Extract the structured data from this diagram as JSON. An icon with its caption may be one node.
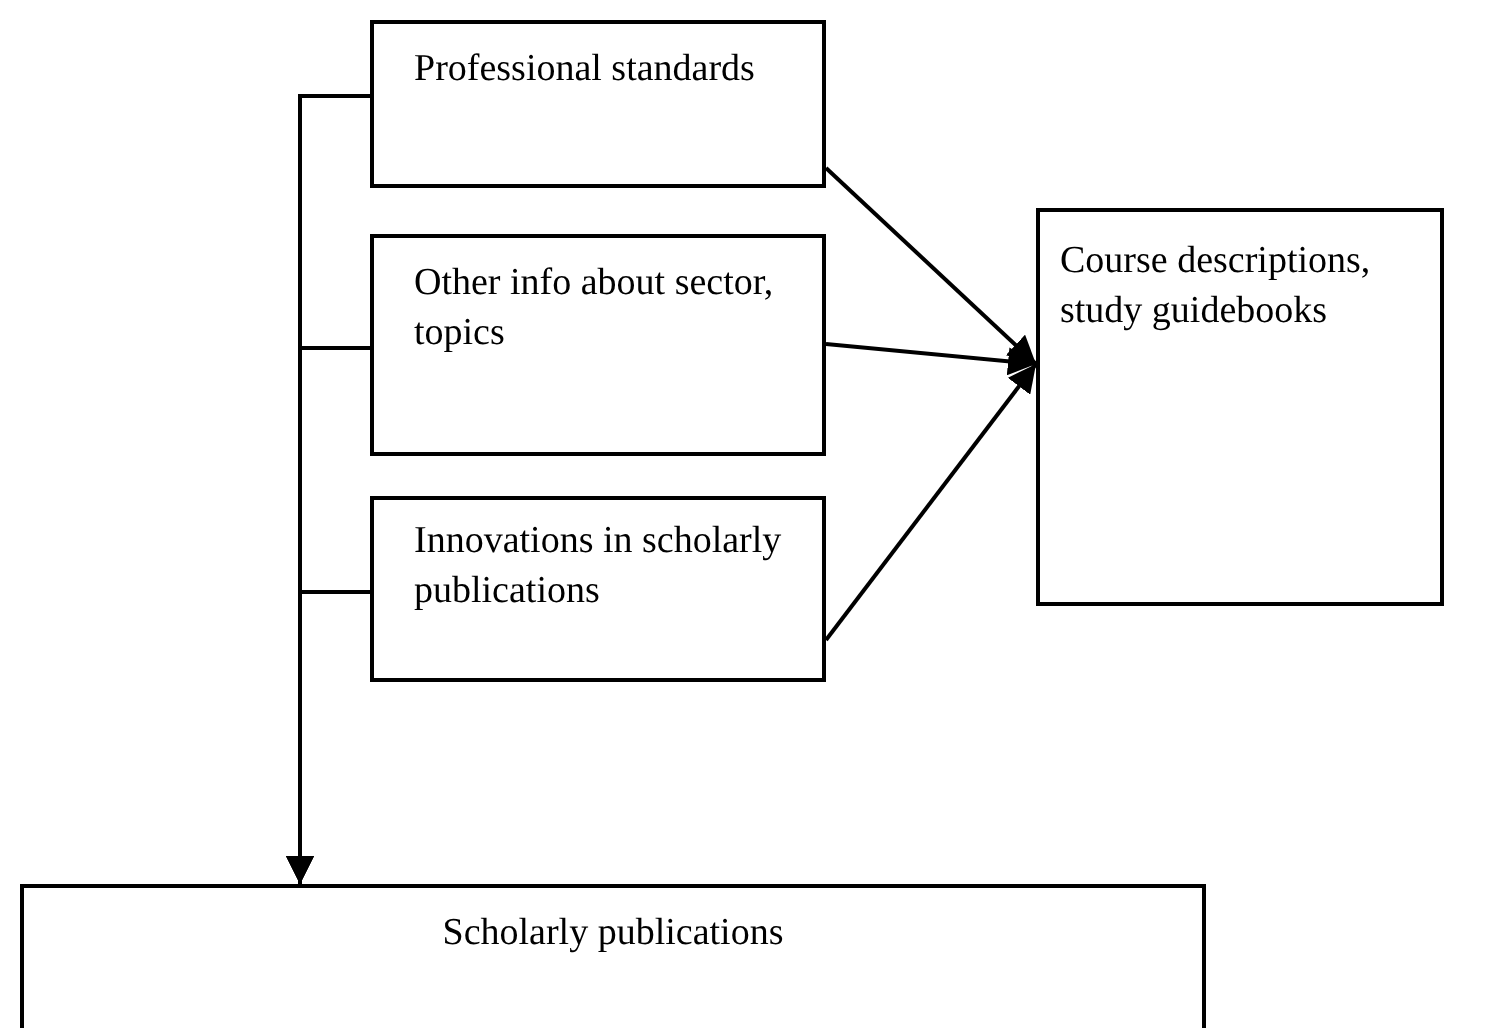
{
  "diagram": {
    "nodes": [
      {
        "text": [
          "Professional standards"
        ]
      },
      {
        "text": [
          "Other info about sector, topics"
        ]
      },
      {
        "text": [
          "Innovations in scholarly publications"
        ]
      },
      {
        "text": [
          "Course descriptions, study guidebooks"
        ]
      },
      {
        "text": [
          "Scholarly publications"
        ]
      }
    ],
    "edges": [
      {
        "from": 0,
        "to": 3,
        "arrow": "to"
      },
      {
        "from": 1,
        "to": 3,
        "arrow": "to"
      },
      {
        "from": 2,
        "to": 3,
        "arrow": "to"
      },
      {
        "from": 0,
        "to": 4,
        "arrow": "to"
      },
      {
        "from": 1,
        "to": 4,
        "arrow": "to"
      },
      {
        "from": 2,
        "to": 4,
        "arrow": "to"
      }
    ]
  }
}
